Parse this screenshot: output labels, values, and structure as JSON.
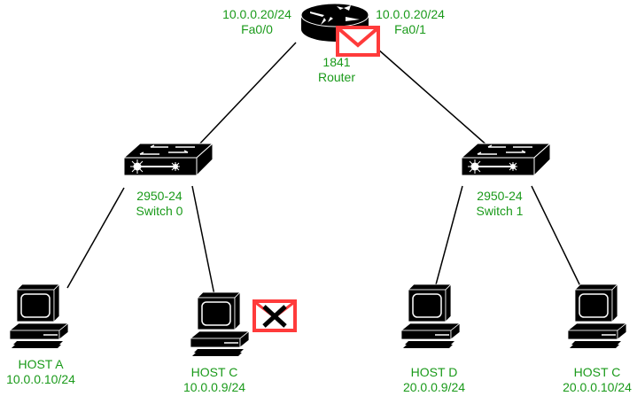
{
  "diagram": {
    "label_color": "#1a9a1a",
    "alert_color": "#ff3b3b",
    "router": {
      "model": "1841",
      "name": "Router",
      "left_interface": {
        "ip": "10.0.0.20/24",
        "port": "Fa0/0"
      },
      "right_interface": {
        "ip": "10.0.0.20/24",
        "port": "Fa0/1"
      },
      "badge": "envelope-icon"
    },
    "switches": [
      {
        "model": "2950-24",
        "name": "Switch 0"
      },
      {
        "model": "2950-24",
        "name": "Switch 1"
      }
    ],
    "hosts": [
      {
        "name": "HOST A",
        "ip": "10.0.0.10/24"
      },
      {
        "name": "HOST C",
        "ip": "10.0.0.9/24",
        "badge": "failed-envelope-icon"
      },
      {
        "name": "HOST D",
        "ip": "20.0.0.9/24"
      },
      {
        "name": "HOST C",
        "ip": "20.0.0.10/24"
      }
    ],
    "links": [
      {
        "from": "Router Fa0/0",
        "to": "Switch 0"
      },
      {
        "from": "Router Fa0/1",
        "to": "Switch 1"
      },
      {
        "from": "Switch 0",
        "to": "HOST A"
      },
      {
        "from": "Switch 0",
        "to": "HOST C (10.0.0.9/24)"
      },
      {
        "from": "Switch 1",
        "to": "HOST D"
      },
      {
        "from": "Switch 1",
        "to": "HOST C (20.0.0.10/24)"
      }
    ]
  }
}
